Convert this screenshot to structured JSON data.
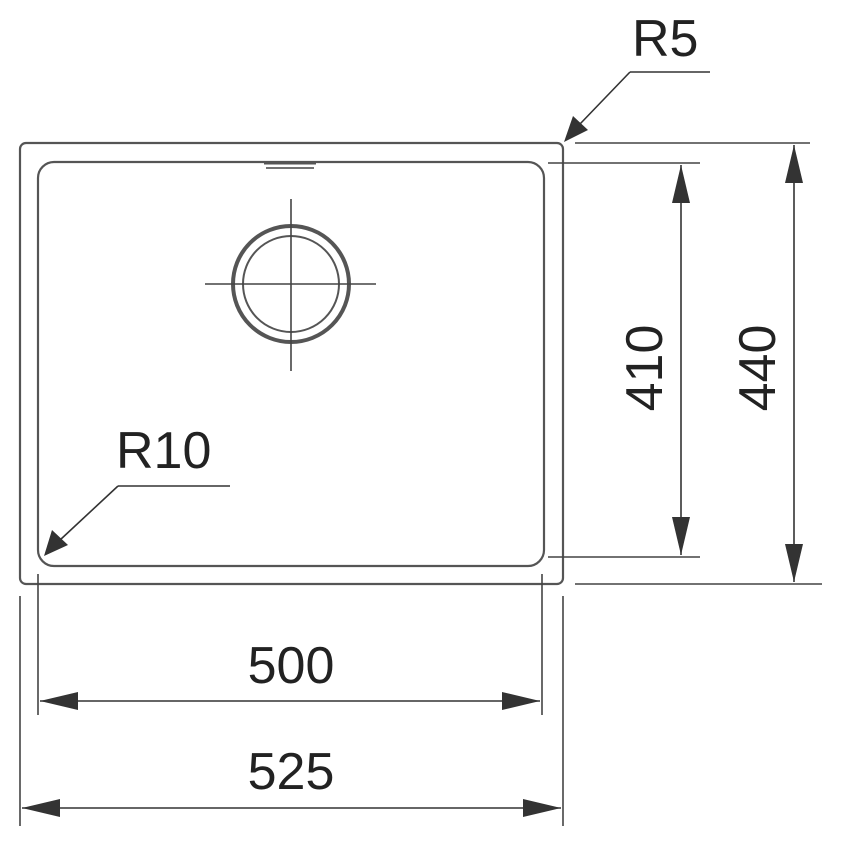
{
  "diagram": {
    "corner_radius_outer": "R5",
    "corner_radius_inner": "R10",
    "inner_width": "500",
    "outer_width": "525",
    "inner_depth": "410",
    "outer_depth": "440"
  },
  "colors": {
    "line": "#555555",
    "text": "#222222",
    "background": "#ffffff"
  }
}
